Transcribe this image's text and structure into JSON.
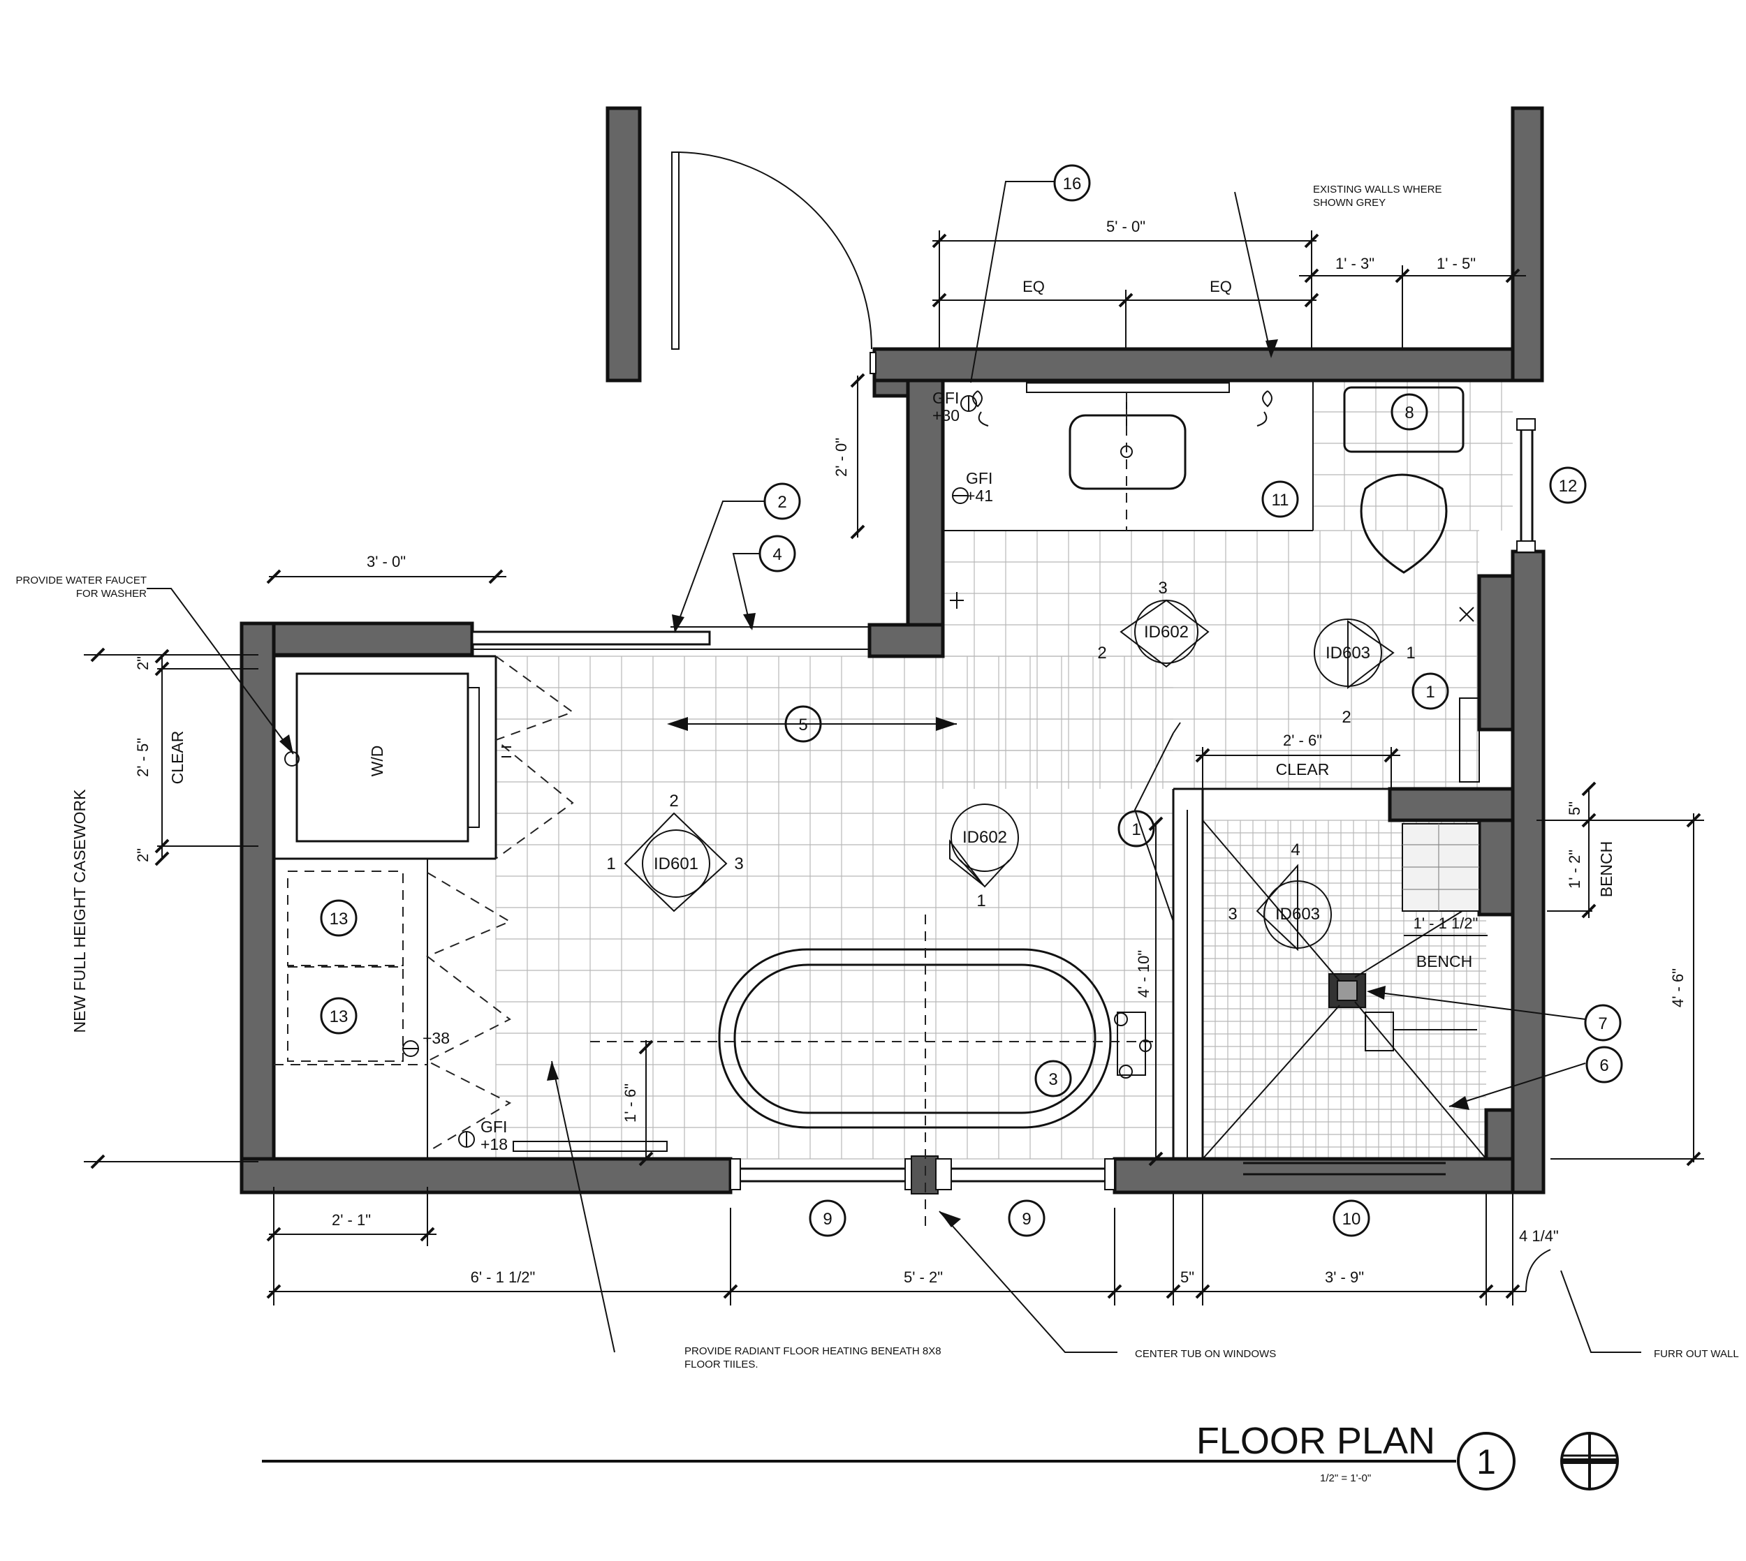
{
  "title": {
    "text": "FLOOR PLAN",
    "number": "1",
    "scale": "1/2\" = 1'-0\""
  },
  "dimensions": {
    "top_5_0": "5' - 0\"",
    "eq_left": "EQ",
    "eq_right": "EQ",
    "top_1_3": "1' - 3\"",
    "top_1_5": "1' - 5\"",
    "vanity_2_0": "2' - 0\"",
    "washer_3_0": "3' - 0\"",
    "left_2a": "2\"",
    "left_2_5": "2' - 5\"",
    "left_2b": "2\"",
    "shower_2_6": "2' - 6\"",
    "shower_4_10": "4' - 10\"",
    "tub_1_6": "1' - 6\"",
    "bench_5": "5\"",
    "bench_1_2": "1' - 2\"",
    "bench_1_1_half": "1' - 1 1/2\"",
    "right_4_6": "4' - 6\"",
    "bottom_2_1": "2' - 1\"",
    "bottom_6_1_half": "6' - 1 1/2\"",
    "bottom_5_2": "5' - 2\"",
    "bottom_5": "5\"",
    "bottom_3_9": "3' - 9\"",
    "bottom_4_quarter": "4 1/4\""
  },
  "labels": {
    "clear_left": "CLEAR",
    "clear_shower": "CLEAR",
    "bench_vertical": "BENCH",
    "bench_shower": "BENCH",
    "wd": "W/D",
    "casework": "NEW FULL HEIGHT CASEWORK",
    "gfi_30": "GFI",
    "gfi_30_h": "+30",
    "gfi_41": "GFI",
    "gfi_41_h": "+41",
    "gfi_18": "GFI",
    "gfi_18_h": "+18",
    "outlet_38_h": "+38"
  },
  "notes": {
    "existing_walls": "EXISTING WALLS WHERE SHOWN GREY",
    "water_faucet": "PROVIDE WATER FAUCET FOR WASHER",
    "radiant_floor": "PROVIDE RADIANT FLOOR HEATING BENEATH 8X8 FLOOR TIILES.",
    "center_tub": "CENTER TUB ON WINDOWS",
    "furr_out": "FURR OUT WALL"
  },
  "keynotes": {
    "k16": "16",
    "k2": "2",
    "k4": "4",
    "k5": "5",
    "k8": "8",
    "k11": "11",
    "k12": "12",
    "k1a": "1",
    "k1b": "1",
    "k13a": "13",
    "k13b": "13",
    "k3": "3",
    "k7": "7",
    "k6": "6",
    "k9a": "9",
    "k9b": "9",
    "k10": "10"
  },
  "elevation_tags": {
    "id602_top": {
      "label": "ID602",
      "n_top": "3",
      "n_left": "2"
    },
    "id603_top": {
      "label": "ID603",
      "n_right": "1",
      "n_bottom": "2"
    },
    "id601": {
      "label": "ID601",
      "n_top": "2",
      "n_left": "1",
      "n_right": "3"
    },
    "id602_mid": {
      "label": "ID602",
      "n_bottom": "1"
    },
    "id603_shower": {
      "label": "ID603",
      "n_top": "4",
      "n_left": "3"
    }
  },
  "colors": {
    "existing_wall_fill": "#666666",
    "line": "#111111",
    "tile_grid": "#b8b8b8"
  }
}
